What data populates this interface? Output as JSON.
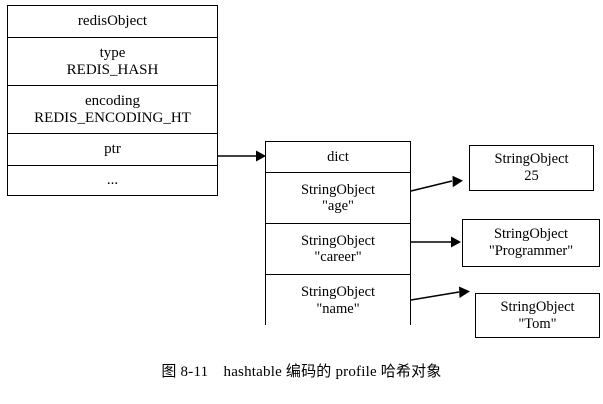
{
  "figure": {
    "caption": "图 8-11　hashtable 编码的 profile 哈希对象"
  },
  "redis_object": {
    "title": "redisObject",
    "fields": [
      {
        "name": "type",
        "value": "REDIS_HASH"
      },
      {
        "name": "encoding",
        "value": "REDIS_ENCODING_HT"
      },
      {
        "name": "ptr",
        "value": ""
      },
      {
        "name": "...",
        "value": ""
      }
    ]
  },
  "dict": {
    "title": "dict",
    "entries": [
      {
        "type": "StringObject",
        "key": "\"age\""
      },
      {
        "type": "StringObject",
        "key": "\"career\""
      },
      {
        "type": "StringObject",
        "key": "\"name\""
      }
    ]
  },
  "values": [
    {
      "type": "StringObject",
      "value": "25"
    },
    {
      "type": "StringObject",
      "value": "\"Programmer\""
    },
    {
      "type": "StringObject",
      "value": "\"Tom\""
    }
  ],
  "colors": {
    "stroke": "#000000",
    "background": "#ffffff",
    "text": "#000000"
  }
}
